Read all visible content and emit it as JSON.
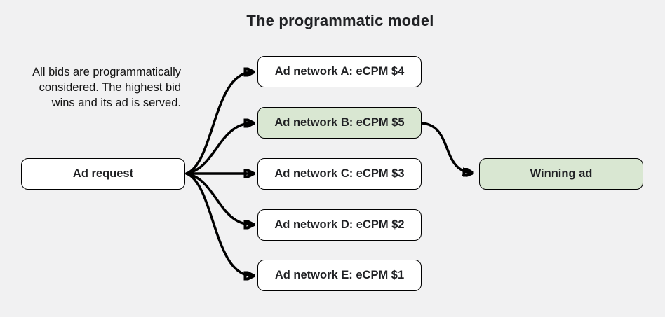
{
  "title": "The programmatic model",
  "description": {
    "lines": [
      "All bids are programmatically",
      "considered. The highest bid",
      "wins and its ad is served."
    ]
  },
  "nodes": {
    "ad_request": {
      "label": "Ad request",
      "highlighted": false
    },
    "networks": [
      {
        "label": "Ad network A: eCPM $4",
        "ecpm": 4,
        "highlighted": false
      },
      {
        "label": "Ad network B: eCPM $5",
        "ecpm": 5,
        "highlighted": true
      },
      {
        "label": "Ad network C: eCPM $3",
        "ecpm": 3,
        "highlighted": false
      },
      {
        "label": "Ad network D: eCPM $2",
        "ecpm": 2,
        "highlighted": false
      },
      {
        "label": "Ad network E: eCPM $1",
        "ecpm": 1,
        "highlighted": false
      }
    ],
    "winning_ad": {
      "label": "Winning ad",
      "highlighted": true
    }
  },
  "edges": [
    {
      "from": "ad_request",
      "to": "network_a"
    },
    {
      "from": "ad_request",
      "to": "network_b"
    },
    {
      "from": "ad_request",
      "to": "network_c"
    },
    {
      "from": "ad_request",
      "to": "network_d"
    },
    {
      "from": "ad_request",
      "to": "network_e"
    },
    {
      "from": "network_b",
      "to": "winning_ad"
    }
  ],
  "colors": {
    "background": "#f1f1f2",
    "box_fill": "#ffffff",
    "highlight_fill": "#d9e7d2",
    "border": "#000000",
    "text": "#202124",
    "arrow": "#000000"
  }
}
